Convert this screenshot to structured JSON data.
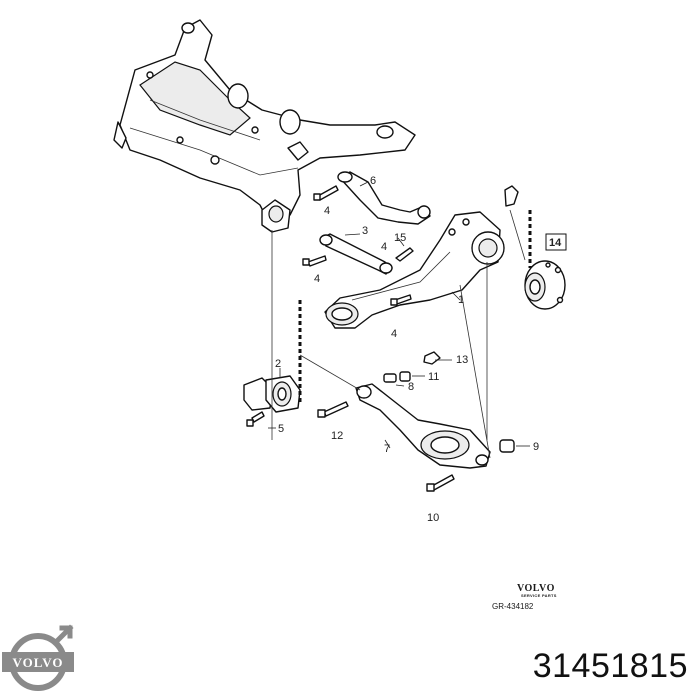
{
  "diagram": {
    "callouts": [
      {
        "id": "c1",
        "text": "1"
      },
      {
        "id": "c2",
        "text": "2"
      },
      {
        "id": "c3",
        "text": "3"
      },
      {
        "id": "c4a",
        "text": "4"
      },
      {
        "id": "c4b",
        "text": "4"
      },
      {
        "id": "c4c",
        "text": "4"
      },
      {
        "id": "c4d",
        "text": "4"
      },
      {
        "id": "c5",
        "text": "5"
      },
      {
        "id": "c6",
        "text": "6"
      },
      {
        "id": "c7",
        "text": "7"
      },
      {
        "id": "c8",
        "text": "8"
      },
      {
        "id": "c9",
        "text": "9"
      },
      {
        "id": "c10",
        "text": "10"
      },
      {
        "id": "c11",
        "text": "11"
      },
      {
        "id": "c12",
        "text": "12"
      },
      {
        "id": "c13",
        "text": "13"
      },
      {
        "id": "c14",
        "text": "14"
      },
      {
        "id": "c15",
        "text": "15"
      }
    ]
  },
  "brand_block": {
    "brand": "VOLVO",
    "subtitle": "SERVICE PARTS",
    "reference": "GR-434182"
  },
  "logo": {
    "text": "VOLVO",
    "color": "#8a8a8a"
  },
  "part_number": "31451815"
}
